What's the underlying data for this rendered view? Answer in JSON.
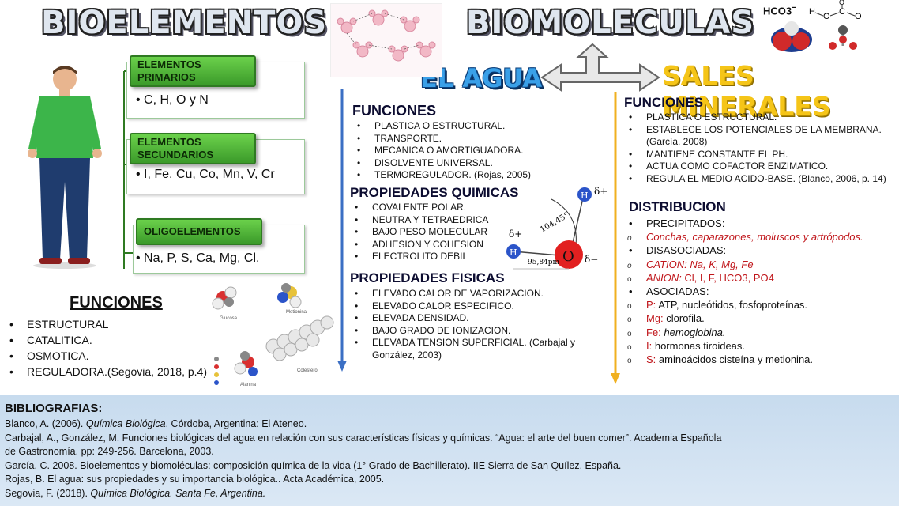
{
  "titles": {
    "bioelementos": "BIOELEMENTOS",
    "biomoleculas": "BIOMOLECULAS",
    "agua": "EL AGUA",
    "sales": "SALES MINERALES"
  },
  "bioelementos": {
    "groups": [
      {
        "label": "ELEMENTOS PRIMARIOS",
        "elements": "• C, H, O y N"
      },
      {
        "label": "ELEMENTOS SECUNDARIOS",
        "elements": "• I, Fe, Cu, Co, Mn, V, Cr"
      },
      {
        "label": "OLIGOELEMENTOS",
        "elements": "• Na, P, S, Ca, Mg, Cl."
      }
    ],
    "funciones_title": "FUNCIONES",
    "funciones": [
      "ESTRUCTURAL",
      "CATALITICA.",
      "OSMOTICA.",
      "REGULADORA.(Segovia, 2018, p.4)"
    ],
    "molecule_labels": [
      "Glucosa",
      "Metionina",
      "Alanina",
      "Colesterol"
    ]
  },
  "agua": {
    "funciones_title": "FUNCIONES",
    "funciones": [
      "PLASTICA O ESTRUCTURAL.",
      "TRANSPORTE.",
      "MECANICA O AMORTIGUADORA.",
      "DISOLVENTE UNIVERSAL."
    ],
    "funciones_last": "TERMOREGULADOR.",
    "funciones_last_cite": " (Rojas, 2005)",
    "quimicas_title": "PROPIEDADES QUIMICAS",
    "quimicas": [
      "COVALENTE POLAR.",
      "NEUTRA Y TETRAEDRICA",
      "BAJO PESO MOLECULAR",
      "ADHESION Y COHESION",
      "ELECTROLITO DEBIL"
    ],
    "fisicas_title": "PROPIEDADES FISICAS",
    "fisicas": [
      "ELEVADO CALOR DE VAPORIZACION.",
      "ELEVADO CALOR ESPECIFICO.",
      "ELEVADA DENSIDAD.",
      "BAJO GRADO DE IONIZACION."
    ],
    "fisicas_last": "ELEVADA TENSION SUPERFICIAL.",
    "fisicas_last_cite": " (Carbajal y González, 2003)",
    "diagram": {
      "angle": "104,45°",
      "distance": "95,84pm",
      "o": "O",
      "h": "H",
      "d_plus": "δ+",
      "d_minus": "δ−"
    }
  },
  "sales": {
    "formula_left": "HCO3",
    "funciones_title": "FUNCIONES",
    "funciones": [
      {
        "text": "PLASTICA O ESTRUCTURAL.",
        "cite": ""
      },
      {
        "text": "ESTABLECE LOS POTENCIALES DE LA MEMBRANA.",
        "cite": " (García, 2008)"
      },
      {
        "text": "MANTIENE CONSTANTE EL PH.",
        "cite": ""
      },
      {
        "text": "ACTUA COMO COFACTOR ENZIMATICO.",
        "cite": ""
      },
      {
        "text": "REGULA EL MEDIO ACIDO-BASE.",
        "cite": " (Blanco, 2006, p. 14)"
      }
    ],
    "distribucion_title": "DISTRIBUCION",
    "precipitados_label": "PRECIPITADOS",
    "precipitados": "Conchas, caparazones, moluscos y artrópodos.",
    "disasociadas_label": "DISASOCIADAS",
    "cation_label": "CATION:",
    "cation_value": " Na, K, Mg, Fe",
    "anion_label": "ANION:",
    "anion_value": " Cl, I, F, HCO3, PO4",
    "asociadas_label": "ASOCIADAS",
    "asociadas": [
      {
        "el": "P:",
        "desc": " ATP, nucleótidos, fosfoproteínas.",
        "italic": false
      },
      {
        "el": "Mg:",
        "desc": " clorofila.",
        "italic": false
      },
      {
        "el": "Fe:",
        "desc": " hemoglobina.",
        "italic": true
      },
      {
        "el": "I:",
        "desc": " hormonas tiroideas.",
        "italic": false
      },
      {
        "el": "S:",
        "desc": " aminoácidos cisteína y metionina.",
        "italic": false
      }
    ]
  },
  "bibliografia": {
    "title": "BIBLIOGRAFIAS",
    "entries": [
      {
        "pre": "Blanco, A. (2006). ",
        "ital": "Química Biológica",
        "post": ". Córdoba, Argentina:  El Ateneo."
      },
      {
        "pre": "Carbajal, A., González, M. Funciones biológicas del agua en relación con sus características físicas y químicas. “Agua: el arte del buen comer”. Academia Española",
        "ital": "",
        "post": ""
      },
      {
        "pre": "de Gastronomía. pp: 249-256. Barcelona, 2003.",
        "ital": "",
        "post": ""
      },
      {
        "pre": "García, C. 2008. Bioelementos y biomoléculas: composición química de la vida (1° Grado de Bachillerato). IIE Sierra de San Quílez. España.",
        "ital": "",
        "post": ""
      },
      {
        "pre": "Rojas, B. El agua: sus propiedades y su importancia biológica.. Acta Académica, 2005.",
        "ital": "",
        "post": ""
      },
      {
        "pre": "Segovia, F. (2018). ",
        "ital": "Química Biológica. Santa Fe, Argentina.",
        "post": ""
      }
    ]
  },
  "colors": {
    "agua_line": "#3b6fc4",
    "sales_line": "#f0b020",
    "bib_bg": "#c9dcee"
  }
}
